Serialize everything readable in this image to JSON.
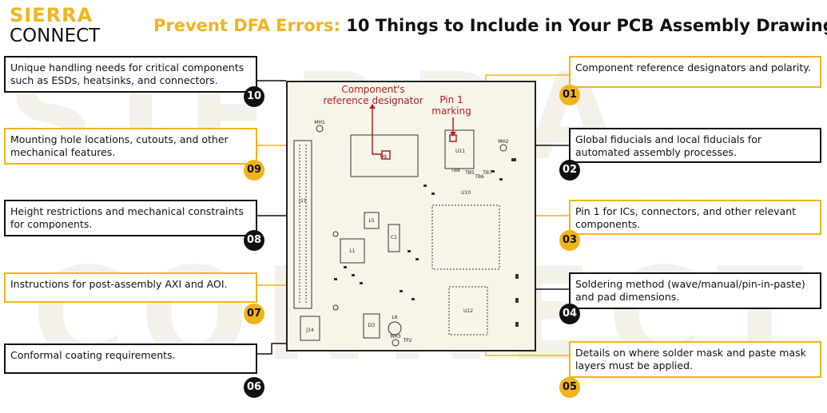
{
  "logo": {
    "line1": "SIERRA",
    "line2": "CONNECT"
  },
  "title": {
    "highlight": "Prevent DFA Errors:",
    "rest": "10 Things to Include in Your PCB Assembly Drawing"
  },
  "callouts": {
    "c01": {
      "text": "Component reference designators and polarity.",
      "num": "01"
    },
    "c02": {
      "text": "Global fiducials and local fiducials for automated assembly processes.",
      "num": "02"
    },
    "c03": {
      "text": "Pin 1 for ICs, connectors, and other relevant components.",
      "num": "03"
    },
    "c04": {
      "text": "Soldering method (wave/manual/pin-in-paste) and pad dimensions.",
      "num": "04"
    },
    "c05": {
      "text": "Details on where solder mask and paste mask layers must be applied.",
      "num": "05"
    },
    "c06": {
      "text": "Conformal coating requirements.",
      "num": "06"
    },
    "c07": {
      "text": "Instructions for post-assembly AXI and AOI.",
      "num": "07"
    },
    "c08": {
      "text": "Height restrictions and mechanical constraints for components.",
      "num": "08"
    },
    "c09": {
      "text": "Mounting hole locations, cutouts, and other mechanical features.",
      "num": "09"
    },
    "c10": {
      "text": "Unique handling needs for critical components such as ESDs, heatsinks, and connectors.",
      "num": "10"
    }
  },
  "board": {
    "label_refdes": "Component's reference designator",
    "label_pin1": "Pin 1 marking",
    "designators": [
      "U9",
      "U11",
      "U10",
      "U12",
      "J11",
      "J14",
      "L1",
      "L5",
      "L6",
      "C1",
      "D3",
      "MH1",
      "MH2",
      "MH3",
      "TP2",
      "TB5",
      "TB6",
      "TB7",
      "TB8"
    ]
  },
  "colors": {
    "accent": "#f2b41a",
    "dark": "#111111",
    "annotation": "#b51e1e",
    "board": "#f7f4ea"
  }
}
